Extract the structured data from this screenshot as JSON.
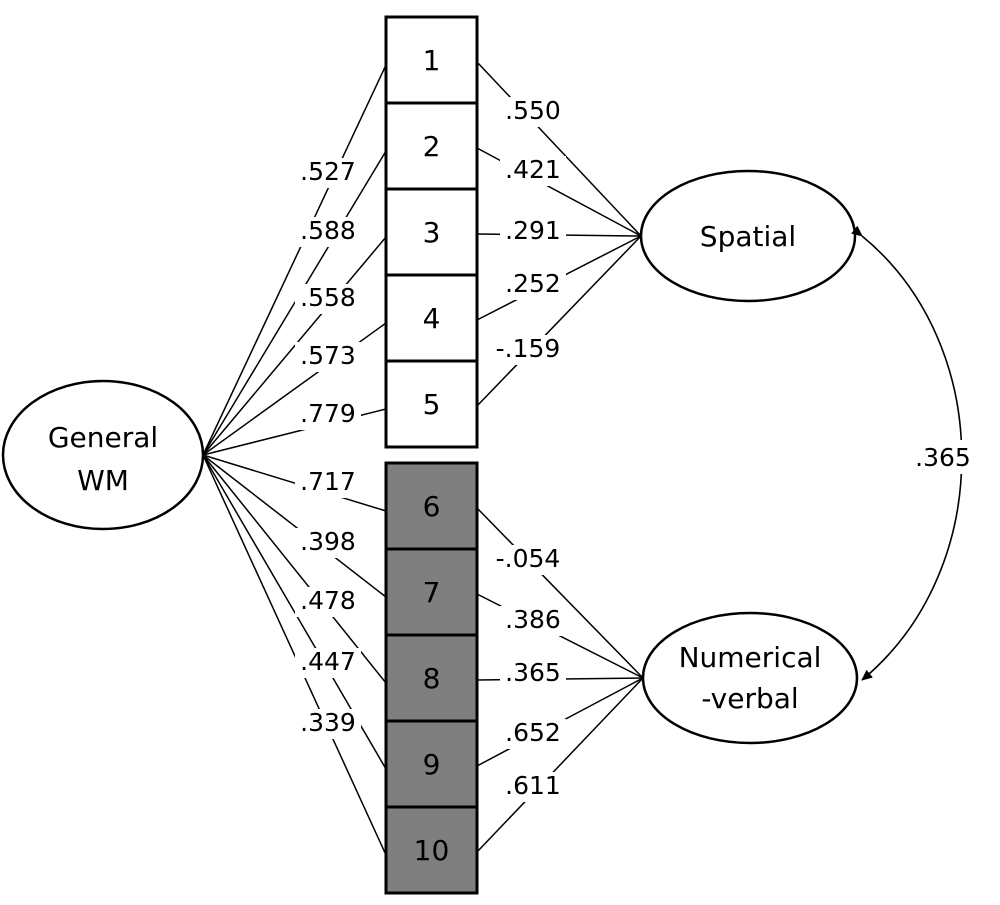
{
  "colors": {
    "stroke": "#000000",
    "box_white": "#ffffff",
    "box_gray": "#7f7f7f",
    "background": "#ffffff"
  },
  "latent_factors": {
    "general": {
      "label_line1": "General",
      "label_line2": "WM"
    },
    "spatial": {
      "label": "Spatial"
    },
    "numerical": {
      "label_line1": "Numerical",
      "label_line2": "-verbal"
    }
  },
  "indicators": [
    {
      "label": "1",
      "group": "spatial",
      "general_loading": ".527",
      "specific_loading": ".550"
    },
    {
      "label": "2",
      "group": "spatial",
      "general_loading": ".588",
      "specific_loading": ".421"
    },
    {
      "label": "3",
      "group": "spatial",
      "general_loading": ".558",
      "specific_loading": ".291"
    },
    {
      "label": "4",
      "group": "spatial",
      "general_loading": ".573",
      "specific_loading": ".252"
    },
    {
      "label": "5",
      "group": "spatial",
      "general_loading": ".779",
      "specific_loading": "-.159"
    },
    {
      "label": "6",
      "group": "numerical",
      "general_loading": ".717",
      "specific_loading": "-.054"
    },
    {
      "label": "7",
      "group": "numerical",
      "general_loading": ".398",
      "specific_loading": ".386"
    },
    {
      "label": "8",
      "group": "numerical",
      "general_loading": ".478",
      "specific_loading": ".365"
    },
    {
      "label": "9",
      "group": "numerical",
      "general_loading": ".447",
      "specific_loading": ".652"
    },
    {
      "label": "10",
      "group": "numerical",
      "general_loading": ".339",
      "specific_loading": ".611"
    }
  ],
  "correlation": {
    "label": ".365"
  }
}
